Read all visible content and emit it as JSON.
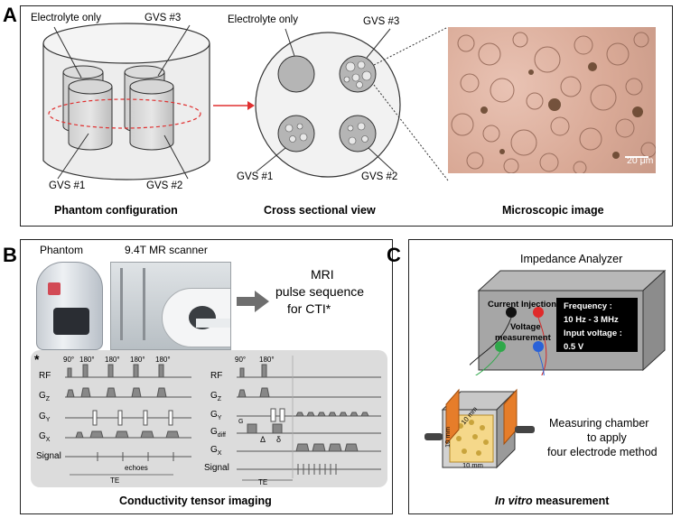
{
  "panelA": {
    "letter": "A",
    "label_electrolyte_left": "Electrolyte only",
    "label_gvs3_left": "GVS #3",
    "label_gvs1_left": "GVS #1",
    "label_gvs2_left": "GVS #2",
    "caption_phantom": "Phantom configuration",
    "label_electrolyte_mid": "Electrolyte only",
    "label_gvs3_mid": "GVS #3",
    "label_gvs1_mid": "GVS #1",
    "label_gvs2_mid": "GVS #2",
    "caption_cross": "Cross sectional view",
    "scale_bar": "20 μm",
    "caption_micro": "Microscopic image"
  },
  "panelB": {
    "letter": "B",
    "phantom_label": "Phantom",
    "scanner_label": "9.4T MR scanner",
    "mri_line1": "MRI",
    "mri_line2": "pulse sequence",
    "mri_line3": "for CTI*",
    "asterisk": "*",
    "caption": "Conductivity tensor imaging",
    "seq1": {
      "rows": [
        "RF",
        "G",
        "G",
        "G",
        "Signal"
      ],
      "subs": [
        "",
        "Z",
        "Y",
        "X",
        ""
      ],
      "angles": [
        "90°",
        "180°",
        "180°",
        "180°",
        "180°"
      ],
      "echoes": "echoes",
      "te": "TE"
    },
    "seq2": {
      "rows": [
        "RF",
        "G",
        "G",
        "G",
        "G",
        "Signal"
      ],
      "subs": [
        "",
        "Z",
        "Y",
        "diff",
        "X",
        ""
      ],
      "angles": [
        "90°",
        "180°"
      ],
      "g": "G",
      "delta_big": "Δ",
      "delta_small": "δ",
      "te": "TE"
    }
  },
  "panelC": {
    "letter": "C",
    "analyzer_title": "Impedance Analyzer",
    "current_injection": "Current Injection",
    "voltage_line1": "Voltage",
    "voltage_line2": "measurement",
    "freq_label": "Frequency :",
    "freq_value": "10 Hz - 3 MHz",
    "input_label": "Input voltage :",
    "input_value": "0.5 V",
    "chamber_line1": "Measuring chamber",
    "chamber_line2": "to apply",
    "chamber_line3": "four electrode method",
    "dim_a": "10 mm",
    "dim_b": "10 mm",
    "dim_c": "10 mm",
    "caption_italic": "In vitro",
    "caption_rest": " measurement"
  }
}
